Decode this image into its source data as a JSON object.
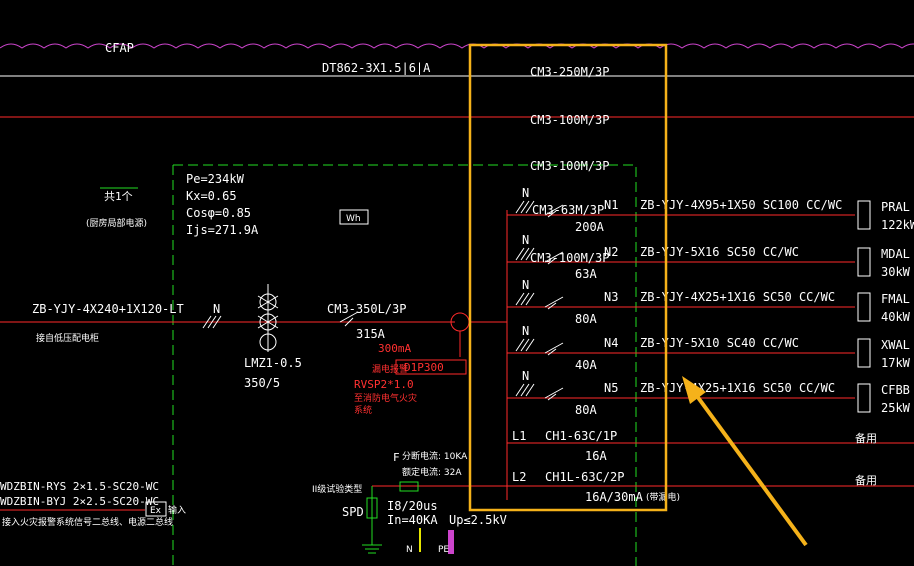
{
  "colors": {
    "background": "#000000",
    "line_white": "#ffffff",
    "line_red": "#ff2a2a",
    "bus_magenta": "#cc44cc",
    "dashed_green": "#22dd22",
    "highlight_orange": "#f5b21a",
    "annotation_red": "#ff3030",
    "neutral_yellow": "#e6e600"
  },
  "top": {
    "bus_label": "CFAP",
    "cable_label": "DT862-3X1.5|6|A"
  },
  "highlight_breakers": [
    "CM3-250M/3P",
    "CM3-100M/3P",
    "CM3-100M/3P",
    "CM3-63M/3P",
    "CM3-100M/3P"
  ],
  "panel": {
    "title": "共1个",
    "subtitle": "(厨房局部电源)",
    "params": [
      "Pe=234kW",
      "Kx=0.65",
      "Cosφ=0.85",
      "Ijs=271.9A"
    ],
    "wh_label": "Wh"
  },
  "incoming": {
    "cable": "ZB-YJY-4X240+1X120-LT",
    "source": "接自低压配电柜",
    "phase": "N",
    "ct_label": "LMZ1-0.5",
    "ct_ratio": "350/5",
    "main_breaker": "CM3-350L/3P",
    "main_rating": "315A"
  },
  "rcd": {
    "current": "300mA",
    "note": "漏电报警",
    "module": "D1P300",
    "cable": "RVSP2*1.0",
    "to": "至消防电气火灾",
    "to2": "系统"
  },
  "circuits": [
    {
      "id": "N1",
      "rating": "200A",
      "cable": "ZB-YJY-4X95+1X50 SC100 CC/WC",
      "load_name": "PRAL",
      "load_power": "122kW"
    },
    {
      "id": "N2",
      "rating": "63A",
      "cable": "ZB-YJY-5X16 SC50 CC/WC",
      "load_name": "MDAL",
      "load_power": "30kW"
    },
    {
      "id": "N3",
      "rating": "80A",
      "cable": "ZB-YJY-4X25+1X16 SC50 CC/WC",
      "load_name": "FMAL",
      "load_power": "40kW"
    },
    {
      "id": "N4",
      "rating": "40A",
      "cable": "ZB-YJY-5X10 SC40 CC/WC",
      "load_name": "XWAL",
      "load_power": "17kW"
    },
    {
      "id": "N5",
      "rating": "80A",
      "cable": "ZB-YJY-4X25+1X16 SC50 CC/WC",
      "load_name": "CFBB",
      "load_power": "25kW"
    }
  ],
  "spare": [
    {
      "id": "L1",
      "breaker": "CH1-63C/1P",
      "rating": "16A",
      "label": "备用"
    },
    {
      "id": "L2",
      "breaker": "CH1L-63C/2P",
      "rating": "16A/30mA",
      "note": "(带漏电)",
      "label": "备用"
    }
  ],
  "surge": {
    "f_label": "F",
    "breaking": "分断电流: 10KA",
    "rated": "额定电流: 32A",
    "type": "II级试验类型",
    "spd": "SPD",
    "wave": "I8/20us",
    "in": "In=40KA",
    "up": "Up≤2.5kV",
    "n_label": "N",
    "pe_label": "PE"
  },
  "fire": {
    "line1": "WDZBIN-RYS 2×1.5-SC20-WC",
    "line2": "WDZBIN-BYJ 2×2.5-SC20-WC",
    "line3": "接入火灾报警系统信号二总线、电源二总线",
    "ex_label": "Ex",
    "in_label": "输入"
  }
}
